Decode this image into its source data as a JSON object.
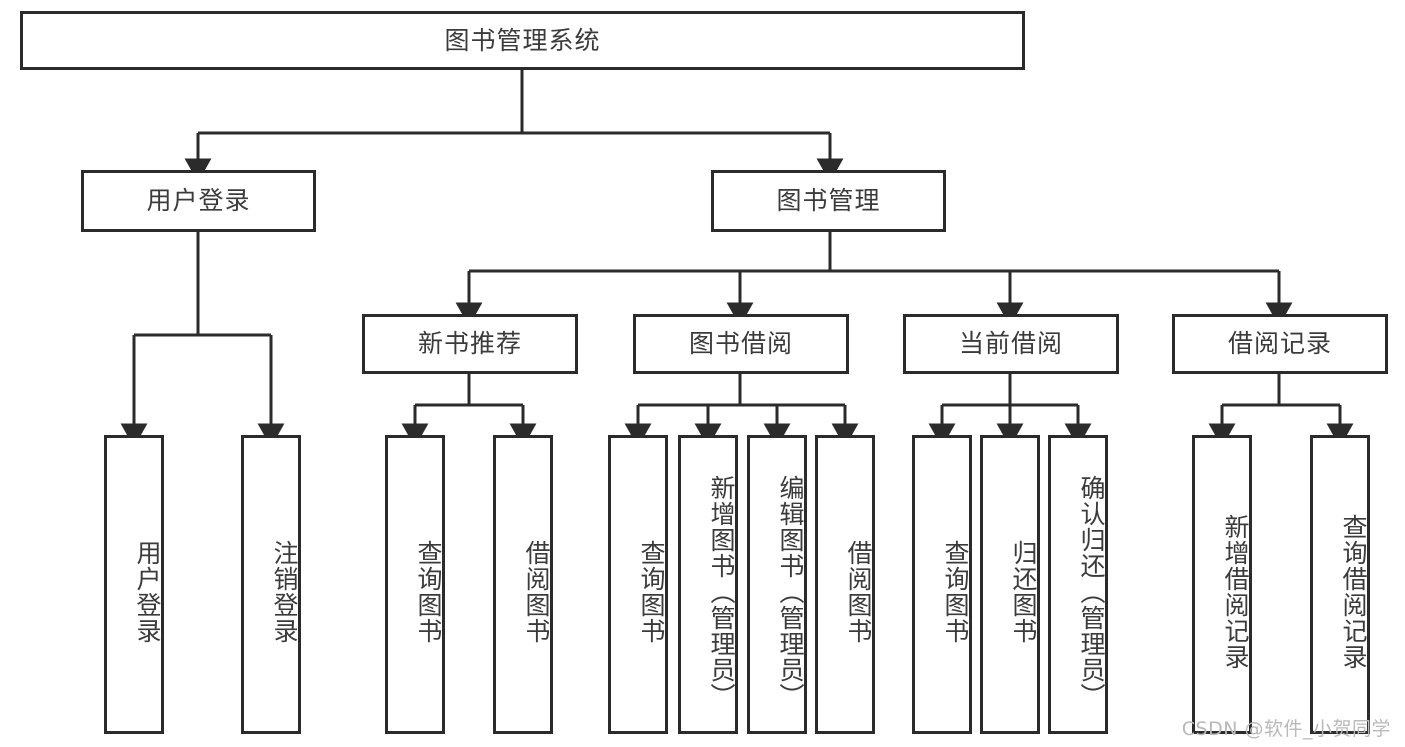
{
  "diagram": {
    "title": "图书管理系统",
    "type": "tree-hierarchy",
    "watermark": "CSDN @软件_小贺同学",
    "colors": {
      "stroke": "#2b2b2b",
      "fill": "#ffffff",
      "text": "#3b3b3b",
      "watermark": "#b9b9b9"
    },
    "nodes": {
      "root": {
        "label": "图书管理系统",
        "level": 0
      },
      "l1": [
        {
          "id": "user-login",
          "label": "用户登录",
          "level": 1
        },
        {
          "id": "book-manage",
          "label": "图书管理",
          "level": 1
        }
      ],
      "l2": [
        {
          "id": "new-book-rec",
          "label": "新书推荐",
          "level": 2
        },
        {
          "id": "book-borrow",
          "label": "图书借阅",
          "level": 2
        },
        {
          "id": "current-borrow",
          "label": "当前借阅",
          "level": 2
        },
        {
          "id": "borrow-record",
          "label": "借阅记录",
          "level": 2
        }
      ],
      "leaves": [
        {
          "id": "leaf-user-login",
          "label": "用户登录",
          "parent": "user-login"
        },
        {
          "id": "leaf-user-logout",
          "label": "注销登录",
          "parent": "user-login"
        },
        {
          "id": "leaf-query-book-1",
          "label": "查询图书",
          "parent": "new-book-rec"
        },
        {
          "id": "leaf-borrow-book-1",
          "label": "借阅图书",
          "parent": "new-book-rec"
        },
        {
          "id": "leaf-query-book-2",
          "label": "查询图书",
          "parent": "book-borrow"
        },
        {
          "id": "leaf-add-book",
          "label": "新增图书（管理员）",
          "parent": "book-borrow"
        },
        {
          "id": "leaf-edit-book",
          "label": "编辑图书（管理员）",
          "parent": "book-borrow"
        },
        {
          "id": "leaf-borrow-book-2",
          "label": "借阅图书",
          "parent": "book-borrow"
        },
        {
          "id": "leaf-query-book-3",
          "label": "查询图书",
          "parent": "current-borrow"
        },
        {
          "id": "leaf-return-book",
          "label": "归还图书",
          "parent": "current-borrow"
        },
        {
          "id": "leaf-confirm-return",
          "label": "确认归还（管理员）",
          "parent": "current-borrow"
        },
        {
          "id": "leaf-add-record",
          "label": "新增借阅记录",
          "parent": "borrow-record"
        },
        {
          "id": "leaf-query-record",
          "label": "查询借阅记录",
          "parent": "borrow-record"
        }
      ]
    }
  }
}
